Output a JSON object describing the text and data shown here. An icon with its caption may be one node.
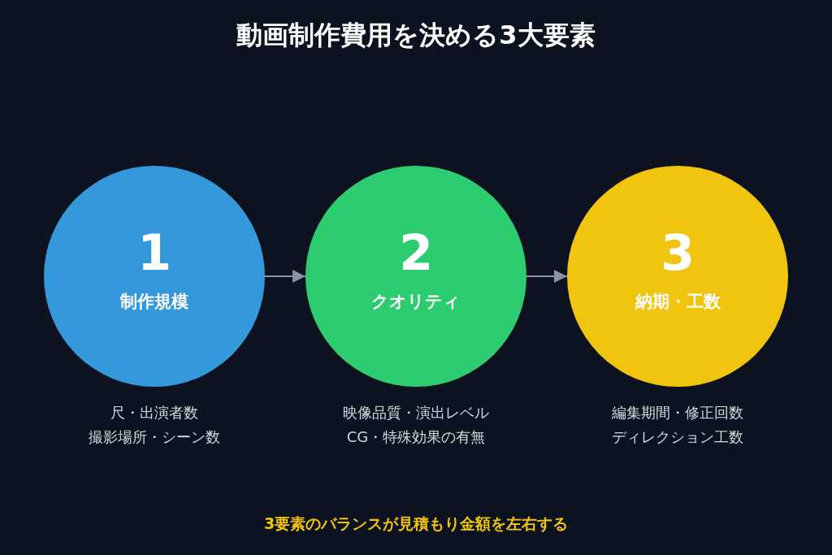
{
  "diagram": {
    "title": "動画制作費用を決める3大要素",
    "nodes": [
      {
        "text": [
          "1",
          "制作規模"
        ],
        "beside": [
          "尺・出演者数",
          "撮影場所・シーン数"
        ]
      },
      {
        "text": [
          "2",
          "クオリティ"
        ],
        "beside": [
          "映像品質・演出レベル",
          "CG・特殊効果の有無"
        ]
      },
      {
        "text": [
          "3",
          "納期・工数"
        ],
        "beside": [
          "編集期間・修正回数",
          "ディレクション工数"
        ]
      }
    ],
    "edges": [
      {
        "from": 0,
        "to": 1,
        "arrow": "to"
      },
      {
        "from": 1,
        "to": 2,
        "arrow": "to"
      }
    ],
    "caption": "3要素のバランスが見積もり金額を左右する"
  }
}
